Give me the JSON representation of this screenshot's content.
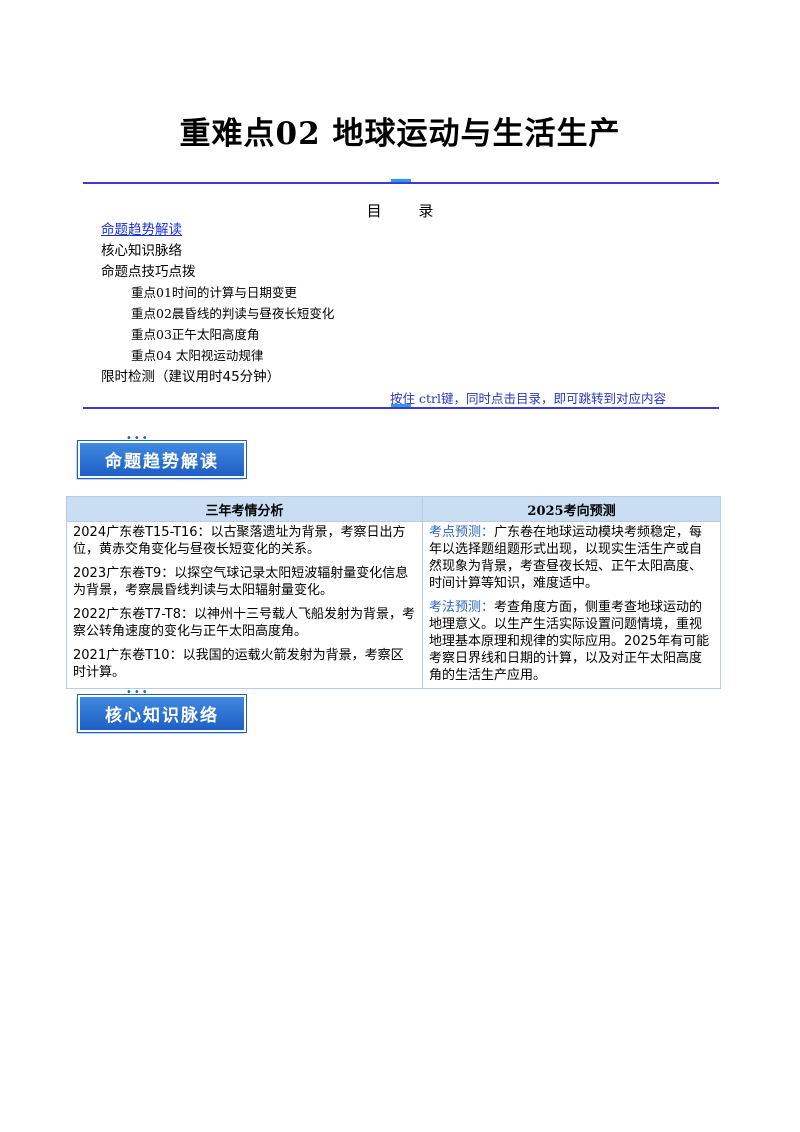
{
  "title": "重难点02  地球运动与生活生产",
  "toc": {
    "heading": "目 录",
    "items": [
      {
        "label": "命题趋势解读"
      },
      {
        "label": "核心知识脉络"
      },
      {
        "label": "命题点技巧点拨"
      },
      {
        "label": "重点01时间的计算与日期变更"
      },
      {
        "label": "重点02晨昏线的判读与昼夜长短变化"
      },
      {
        "label": "重点03正午太阳高度角"
      },
      {
        "label": "重点04  太阳视运动规律"
      },
      {
        "label": "限时检测（建议用时45分钟）"
      }
    ],
    "hint": "按住 ctrl键，同时点击目录，即可跳转到对应内容"
  },
  "sections": {
    "trend_label": "命题趋势解读",
    "knowledge_label": "核心知识脉络"
  },
  "analysis_table": {
    "col1_header": "三年考情分析",
    "col2_header": "2025考向预测",
    "col1_paragraphs": [
      "2024广东卷T15-T16：以古聚落遗址为背景，考察日出方位，黄赤交角变化与昼夜长短变化的关系。",
      "2023广东卷T9：以探空气球记录太阳短波辐射量变化信息为背景，考察晨昏线判读与太阳辐射量变化。",
      "2022广东卷T7-T8：以神州十三号载人飞船发射为背景，考察公转角速度的变化与正午太阳高度角。",
      "2021广东卷T10：以我国的运载火箭发射为背景，考察区时计算。"
    ],
    "col2_blocks": [
      {
        "label": "考点预测：",
        "text": "广东卷在地球运动模块考频稳定，每年以选择题组题形式出现，以现实生活生产或自然现象为背景，考查昼夜长短、正午太阳高度、时间计算等知识，难度适中。"
      },
      {
        "label": "考法预测：",
        "text": "考查角度方面，侧重考查地球运动的地理意义。以生产生活实际设置问题情境，重视地理基本原理和规律的实际应用。2025年有可能考察日界线和日期的计算，以及对正午太阳高度角的生活生产应用。"
      }
    ]
  },
  "colors": {
    "rule_line": "#3a3ad8",
    "badge_blue": "#1f5fc4",
    "table_header_bg": "#c9ddf3",
    "link_blue": "#1a2fd0"
  }
}
